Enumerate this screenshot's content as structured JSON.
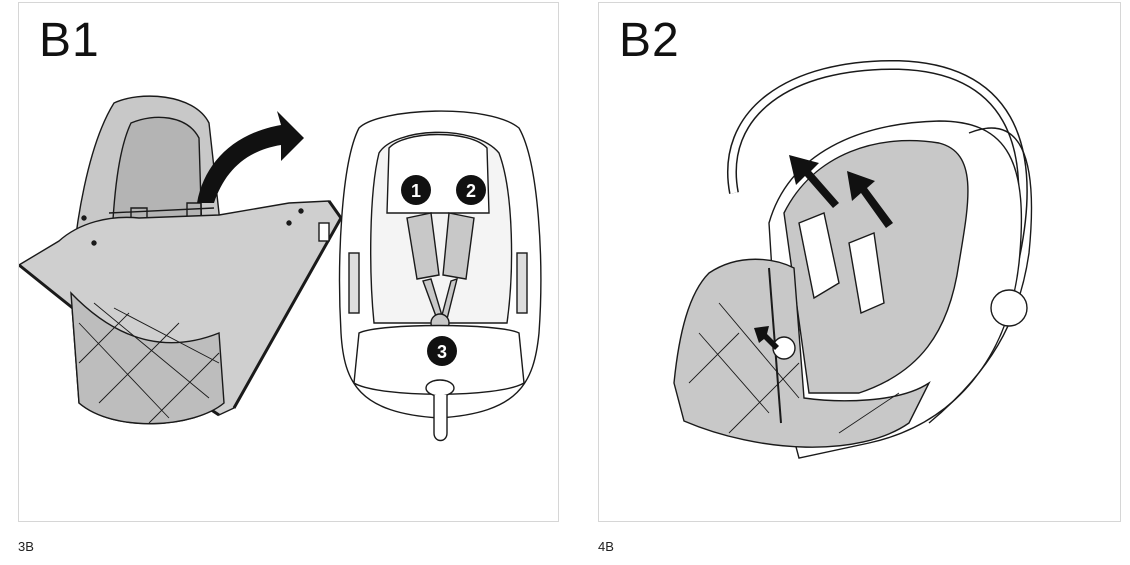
{
  "panels": [
    {
      "label": "B1",
      "steps": [
        "1",
        "2",
        "3"
      ],
      "caption": "3B"
    },
    {
      "label": "B2",
      "caption": "4B"
    }
  ],
  "colors": {
    "footmuff_fill": "#c8c8c8",
    "line": "#1a1a1a",
    "border": "#d6d6d6"
  },
  "icons": [
    "curved-arrow-icon",
    "arrow-icon"
  ]
}
